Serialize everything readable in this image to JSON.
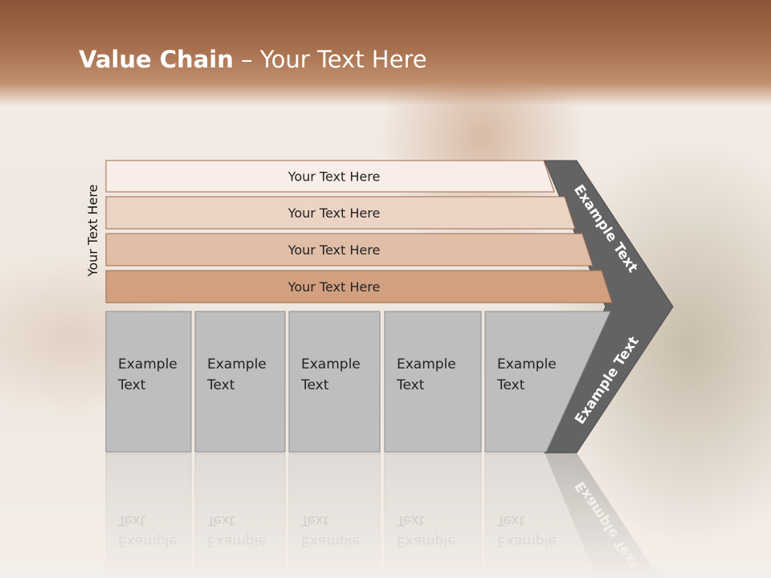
{
  "slide": {
    "title_bold": "Value Chain",
    "title_rest": " – Your Text Here",
    "vertical_label": "Your Text Here"
  },
  "bars": [
    {
      "label": "Your Text Here",
      "color": "#f9ede7"
    },
    {
      "label": "Your Text Here",
      "color": "#ecd4c4"
    },
    {
      "label": "Your Text Here",
      "color": "#e1bea8"
    },
    {
      "label": "Your Text Here",
      "color": "#d3a07f"
    }
  ],
  "boxes": [
    {
      "line1": "Example",
      "line2": "Text"
    },
    {
      "line1": "Example",
      "line2": "Text"
    },
    {
      "line1": "Example",
      "line2": "Text"
    },
    {
      "line1": "Example",
      "line2": "Text"
    },
    {
      "line1": "Example",
      "line2": "Text"
    }
  ],
  "chevron": {
    "upper_text": "Example Text",
    "lower_text": "Example Text",
    "color": "#636363"
  },
  "colors": {
    "box_fill": "#bebebe",
    "box_stroke": "#8c8c8c",
    "bar_stroke": "#9b6c50"
  }
}
